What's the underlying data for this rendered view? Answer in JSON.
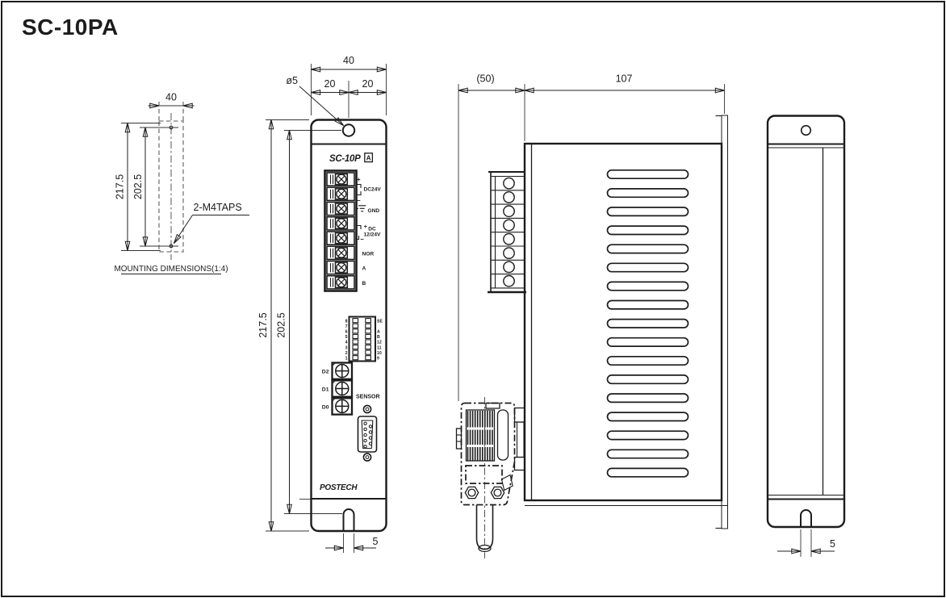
{
  "title": "SC-10PA",
  "colors": {
    "line": "#1c1c1c",
    "background": "#ffffff"
  },
  "mounting_view": {
    "caption": "MOUNTING DIMENSIONS(1:4)",
    "tap_note": "2-M4TAPS",
    "dim_width": "40",
    "dim_overall": "217.5",
    "dim_pitch": "202.5"
  },
  "front_view": {
    "logo_main": "SC-10P",
    "logo_suffix": "A",
    "brand": "POSTECH",
    "dim_width": "40",
    "dim_left": "20",
    "dim_right": "20",
    "dim_hole": "ø5",
    "dim_overall": "217.5",
    "dim_pitch": "202.5",
    "dim_slot": "5",
    "terminal_count": 8,
    "terminals": {
      "plus": "+",
      "minus": "−",
      "dc24": "DC24V",
      "gnd": "GND",
      "dc": "DC",
      "dc1224": "12/24V",
      "nor": "NOR",
      "a": "A",
      "b": "B"
    },
    "dip": {
      "rows": 8,
      "left": [
        "8",
        "7",
        "6",
        "5",
        "4",
        "3",
        "2",
        "1"
      ],
      "right": [
        "SE",
        "",
        "A",
        "B",
        "12",
        "11",
        "10",
        "9"
      ]
    },
    "rotary": [
      "D2",
      "D1",
      "D0"
    ],
    "sensor": "SENSOR",
    "dsub_pins": 9
  },
  "side_view": {
    "dim_depth_ref": "(50)",
    "dim_depth": "107",
    "louver_count": 17,
    "terminal_count": 8
  },
  "back_view": {
    "dim_slot": "5"
  }
}
